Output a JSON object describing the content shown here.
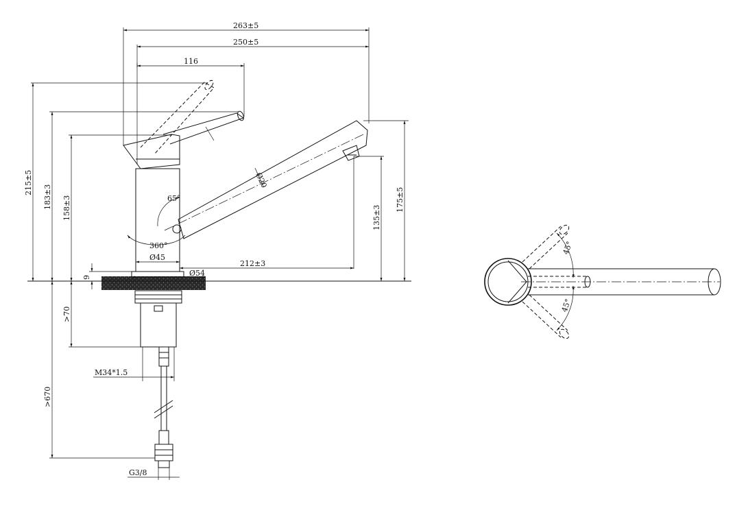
{
  "side_view": {
    "dims": {
      "overall_reach": "263±5",
      "spout_reach": "250±5",
      "lever_offset": "116",
      "total_height": "215±5",
      "lever_height": "183±3",
      "body_height": "158±3",
      "outlet_height": "135±3",
      "spout_top_height": "175±5",
      "spout_diameter": "Ø20",
      "spout_angle": "65°",
      "rotation": "360°",
      "body_diameter": "Ø45",
      "base_diameter": "Ø54",
      "outlet_reach": "212±3",
      "base_thickness": "9",
      "shank_length": ">70",
      "thread": "M34*1.5",
      "hose_length": ">670",
      "connection": "G3/8"
    }
  },
  "top_view": {
    "angle_upper": "45°",
    "angle_lower": "45°"
  }
}
